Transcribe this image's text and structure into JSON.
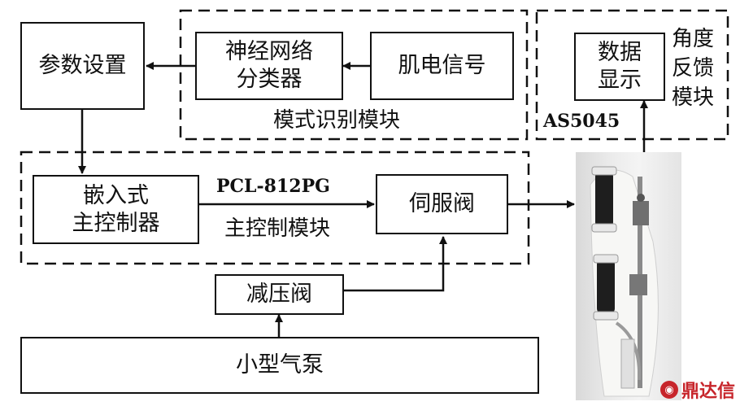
{
  "diagram": {
    "blocks": {
      "param_setting": "参数设置",
      "nn_classifier": "神经网络\n分类器",
      "emg_signal": "肌电信号",
      "data_display": "数据\n显示",
      "embedded_controller": "嵌入式\n主控制器",
      "servo_valve": "伺服阀",
      "pressure_reducing_valve": "减压阀",
      "small_air_pump": "小型气泵"
    },
    "groups": {
      "pattern_recognition": "模式识别模块",
      "angle_feedback": "角度\n反馈\n模块",
      "main_control": "主控制模块"
    },
    "edge_labels": {
      "sensor": "AS5045",
      "daq_card": "PCL-812PG"
    },
    "watermark": "鼎达信",
    "colors": {
      "line": "#111111",
      "watermark": "#c7252b"
    }
  }
}
